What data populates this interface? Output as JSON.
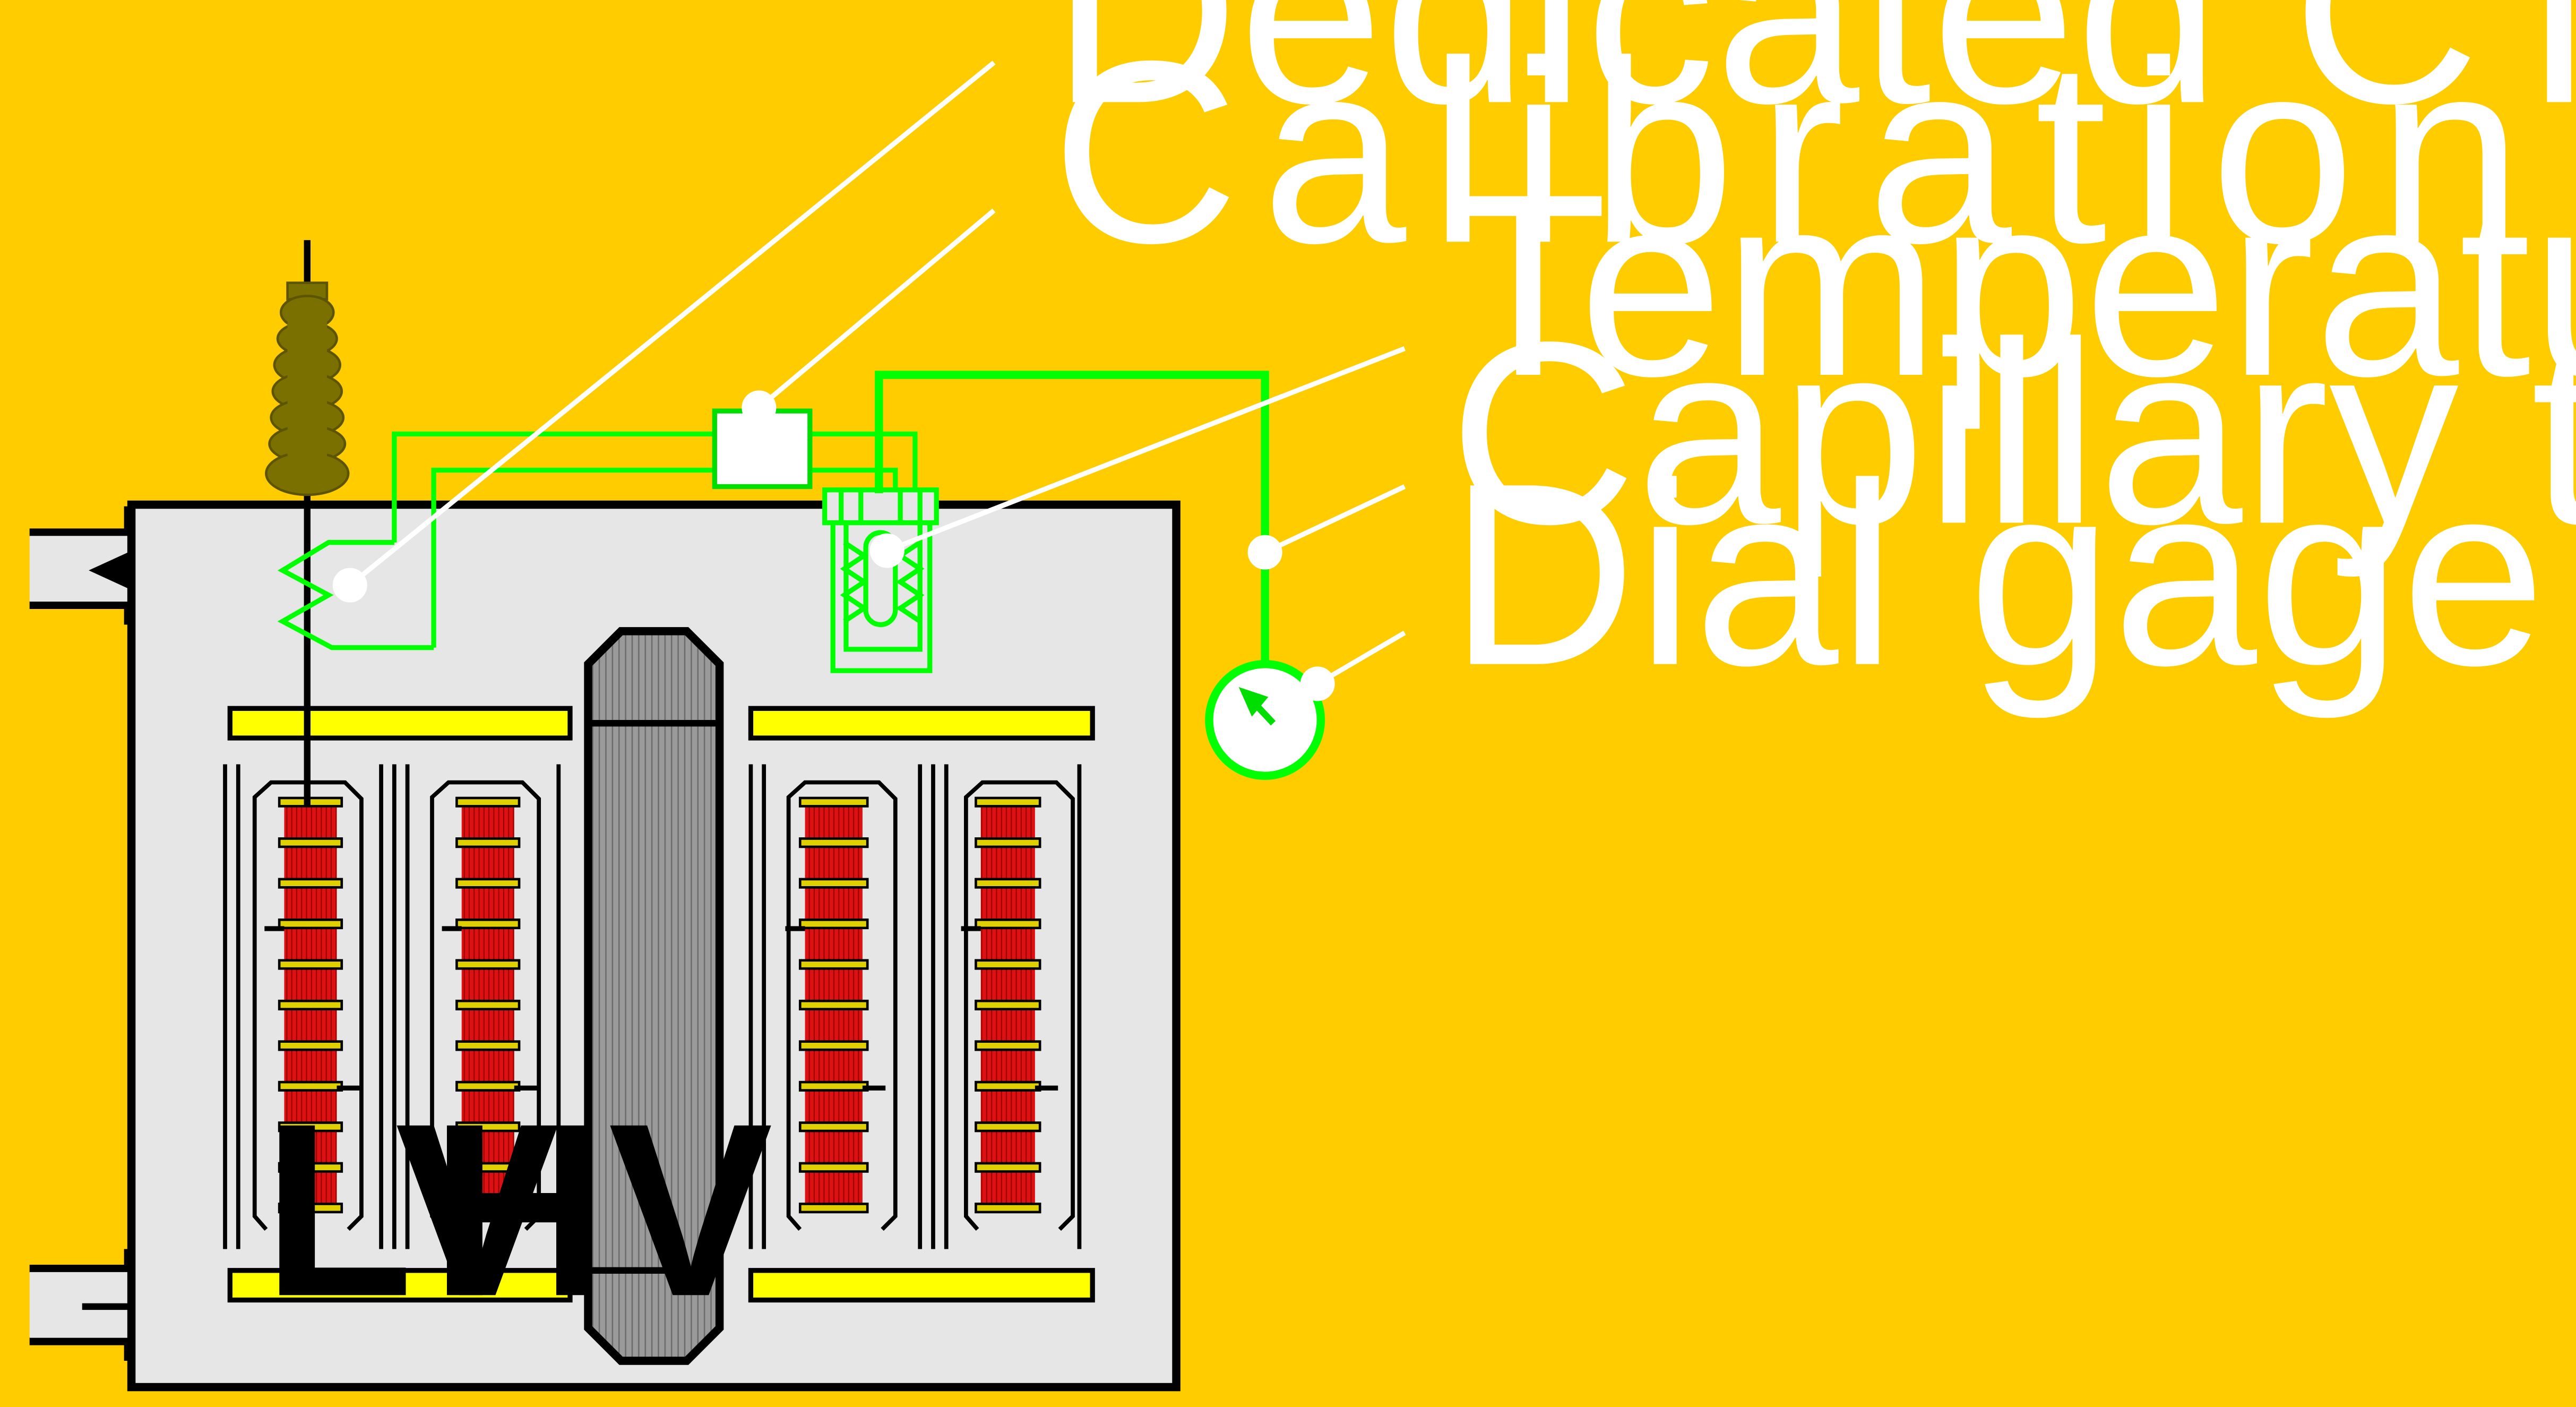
{
  "labels": {
    "dedicated_ct": "Dedicated CT",
    "calibration_circuit": "Calibration circuit",
    "temperature_sensing_bulb": "Temperature sensing bulb",
    "capillary_tube": "Capillary tu b e",
    "dial_gage_switches": "Dial gage & Switches",
    "lv": "LV",
    "hv": "HV"
  },
  "colors": {
    "background": "#FFCC00",
    "tank_fill": "#E6E6E6",
    "outline": "#000000",
    "sensor_wiring": "#00FF00",
    "leader_lines": "#FFFFFF",
    "winding": "#DD0000",
    "yoke_bar": "#FFFF00",
    "core": "#999999",
    "bushing": "#7A7000"
  },
  "icons": {
    "dial": "dial-gauge-icon",
    "bushing": "bushing-icon",
    "core": "core-icon"
  }
}
